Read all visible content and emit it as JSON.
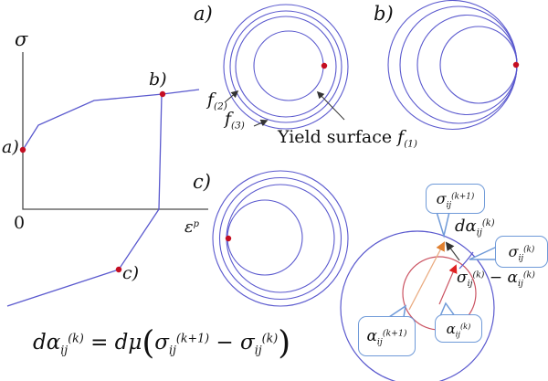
{
  "colors": {
    "line_blue": "#5a59ce",
    "axis_gray": "#4a4a4a",
    "dot_red": "#c40e22",
    "circle_red": "#cb5463",
    "arrow_orange": "#e9a05c",
    "arrow_red": "#e02020",
    "callout_border_blue": "#6f9ad8",
    "text_black": "#111111"
  },
  "graph": {
    "sigma": "σ",
    "zero": "0",
    "eps_base": "ε",
    "eps_sup": "p",
    "point_a": "a)",
    "point_b": "b)",
    "point_c": "c)"
  },
  "panel_a": {
    "label": "a)",
    "f2": {
      "base": "f",
      "sub": "(2)"
    },
    "f3": {
      "base": "f",
      "sub": "(3)"
    },
    "yield_text": "Yield surface",
    "f1": {
      "base": "f",
      "sub": "(1)"
    }
  },
  "panel_b": {
    "label": "b)"
  },
  "panel_c": {
    "label": "c)"
  },
  "diagram": {
    "callout_sigma_k1": {
      "base": "σ",
      "sub": "ij",
      "sup": "(k+1)"
    },
    "callout_sigma_k": {
      "base": "σ",
      "sub": "ij",
      "sup": "(k)"
    },
    "callout_alpha_k1": {
      "base": "α",
      "sub": "ij",
      "sup": "(k+1)"
    },
    "callout_alpha_k": {
      "base": "α",
      "sub": "ij",
      "sup": "(k)"
    },
    "dalpha": {
      "prefix": "d",
      "base": "α",
      "sub": "ij",
      "sup": "(k)"
    },
    "diff": {
      "b1": "σ",
      "sb1": "ij",
      "sp1": "(k)",
      "minus": " − ",
      "b2": "α",
      "sb2": "ij",
      "sp2": "(k)"
    }
  },
  "equation": {
    "lhs": "dα",
    "lhs_sub": "ij",
    "lhs_sup": "(k)",
    "eq": " = ",
    "dmu": "dμ",
    "lp": "(",
    "s1": "σ",
    "s1_sub": "ij",
    "s1_sup": "(k+1)",
    "minus": " − ",
    "s2": "σ",
    "s2_sub": "ij",
    "s2_sup": "(k)",
    "rp": ")"
  }
}
